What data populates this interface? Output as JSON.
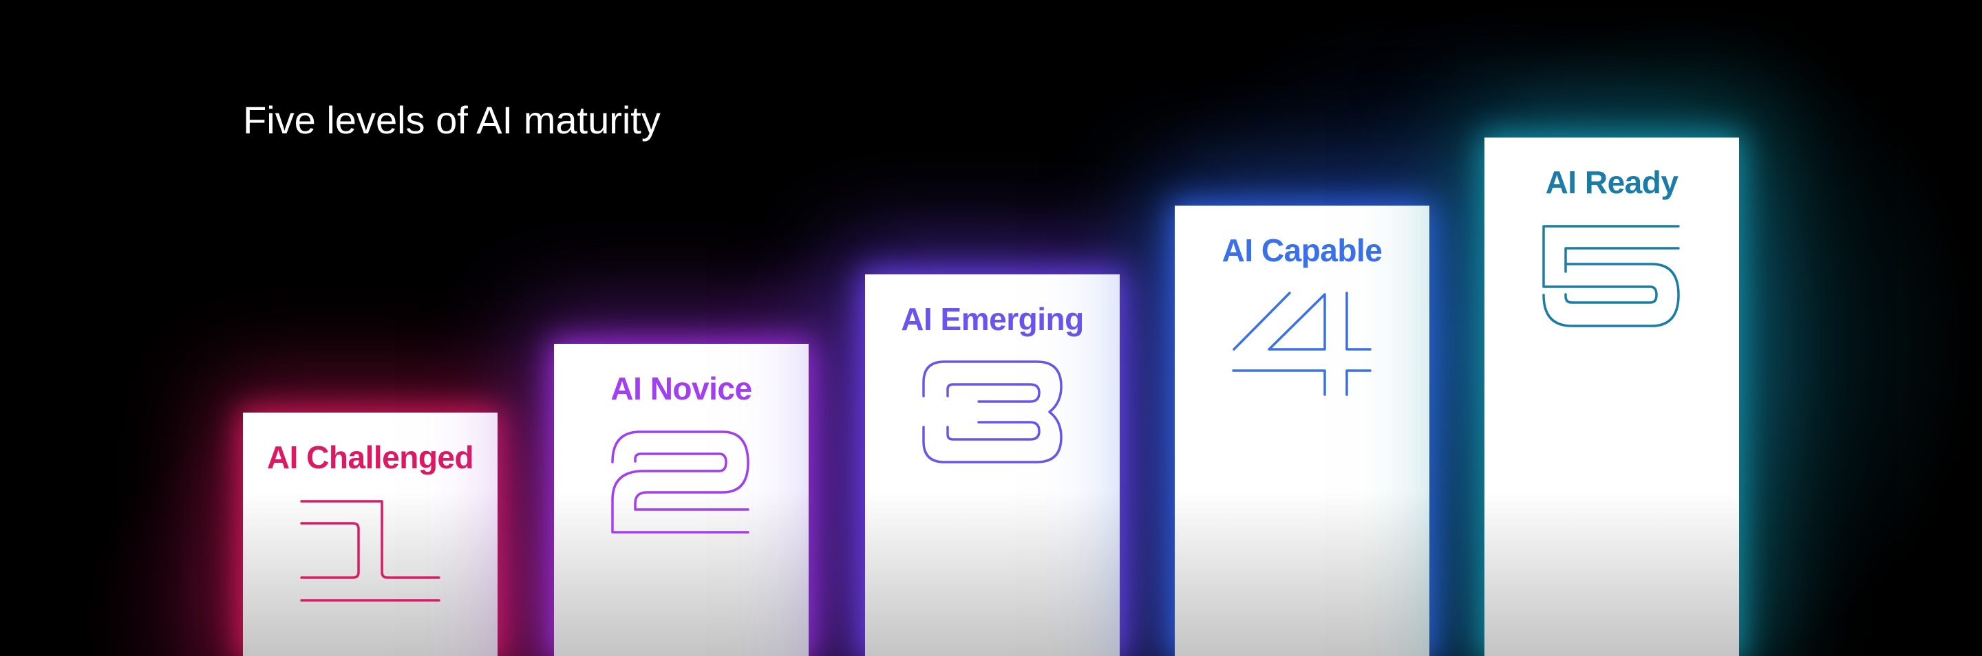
{
  "title": "Five levels of AI maturity",
  "levels": [
    {
      "number": 1,
      "label": "AI Challenged",
      "color": "#dc1a63",
      "glow": "#d0185a"
    },
    {
      "number": 2,
      "label": "AI Novice",
      "color": "#a23ff0",
      "glow": "#9a2fd8"
    },
    {
      "number": 3,
      "label": "AI Emerging",
      "color": "#6a55ec",
      "glow": "#6a40e8"
    },
    {
      "number": 4,
      "label": "AI Capable",
      "color": "#3a70e8",
      "glow": "#2f60e0"
    },
    {
      "number": 5,
      "label": "AI Ready",
      "color": "#1b7da6",
      "glow": "#128aa0"
    }
  ]
}
